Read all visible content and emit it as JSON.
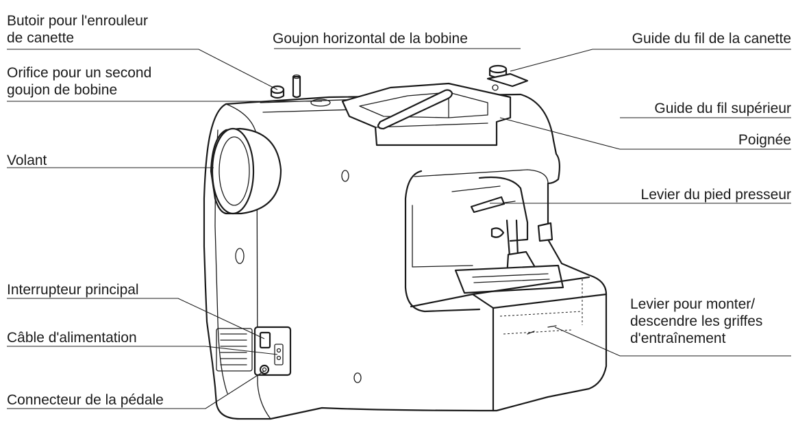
{
  "labels": {
    "bobbin_winder_stopper": [
      "Butoir pour l'enrouleur",
      "de canette"
    ],
    "second_spool_pin_hole": [
      "Orifice pour un second",
      "goujon de bobine"
    ],
    "handwheel": "Volant",
    "main_switch": "Interrupteur principal",
    "power_cable": "Câble d'alimentation",
    "foot_controller_jack": "Connecteur de la pédale",
    "horizontal_spool_pin": "Goujon horizontal de la bobine",
    "bobbin_thread_guide": "Guide du fil de la canette",
    "upper_thread_guide": "Guide du fil supérieur",
    "handle": "Poignée",
    "presser_foot_lever": "Levier du pied presseur",
    "feed_dog_lever": [
      "Levier pour monter/",
      "descendre les griffes",
      "d'entraînement"
    ]
  },
  "colors": {
    "ink": "#1a1a1a",
    "background": "#ffffff"
  }
}
